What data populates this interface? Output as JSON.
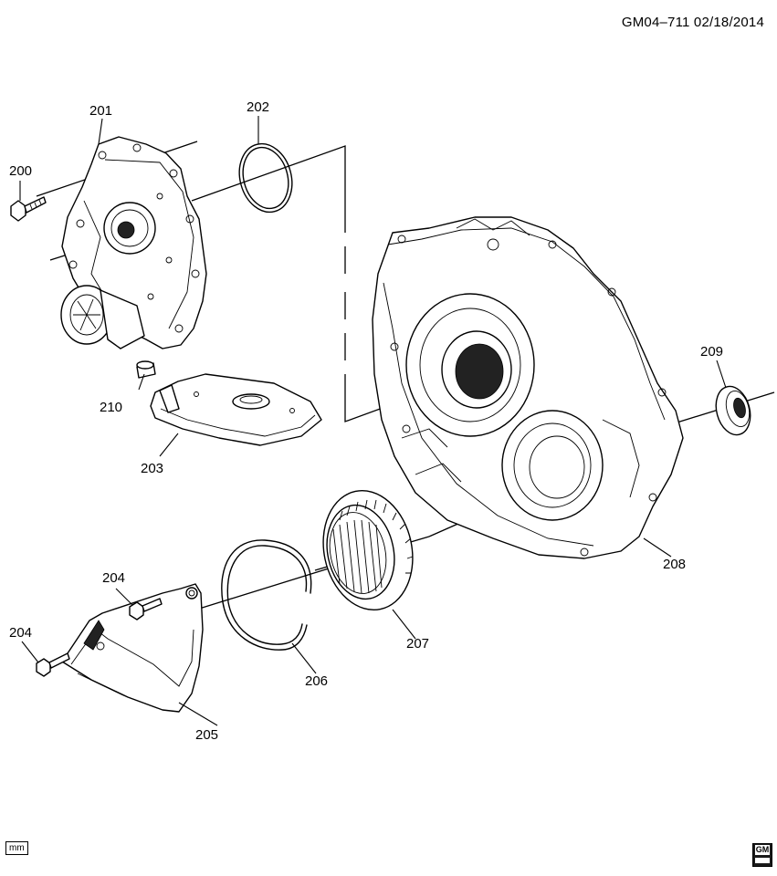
{
  "header": {
    "doc_id": "GM04–711 02/18/2014"
  },
  "callouts": {
    "c200": "200",
    "c201": "201",
    "c202": "202",
    "c203": "203",
    "c204a": "204",
    "c204b": "204",
    "c205": "205",
    "c206": "206",
    "c207": "207",
    "c208": "208",
    "c209": "209",
    "c210": "210"
  },
  "footer": {
    "unit_badge": "mm",
    "brand_logo": "GM"
  }
}
